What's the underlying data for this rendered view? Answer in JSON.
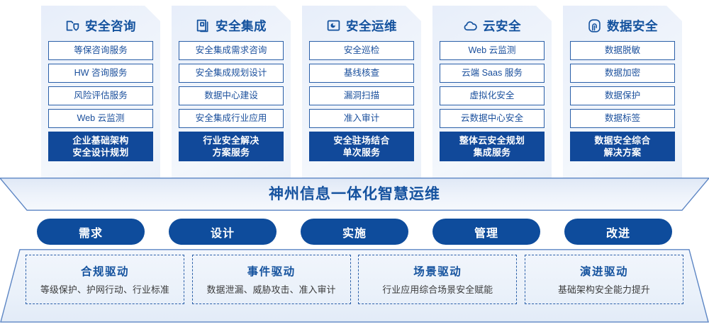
{
  "colors": {
    "brand_blue": "#14529e",
    "dark_blue": "#11499a",
    "pill_blue": "#0e4c9c",
    "card_border": "#2a5fa8",
    "card_bg": "#eef3fb"
  },
  "cards": [
    {
      "icon": "shield-folder-icon",
      "title": "安全咨询",
      "items": [
        "等保咨询服务",
        "HW 咨询服务",
        "风险评估服务",
        "Web 云监测"
      ],
      "summary": [
        "企业基础架构",
        "安全设计规划"
      ]
    },
    {
      "icon": "documents-stack-icon",
      "title": "安全集成",
      "items": [
        "安全集成需求咨询",
        "安全集成规划设计",
        "数据中心建设",
        "安全集成行业应用"
      ],
      "summary": [
        "行业安全解决",
        "方案服务"
      ]
    },
    {
      "icon": "monitor-chart-icon",
      "title": "安全运维",
      "items": [
        "安全巡检",
        "基线核查",
        "漏洞扫描",
        "准入审计"
      ],
      "summary": [
        "安全驻场结合",
        "单次服务"
      ]
    },
    {
      "icon": "cloud-icon",
      "title": "云安全",
      "items": [
        "Web 云监测",
        "云端 Saas 服务",
        "虚拟化安全",
        "云数据中心安全"
      ],
      "summary": [
        "整体云安全规划",
        "集成服务"
      ]
    },
    {
      "icon": "fingerprint-icon",
      "title": "数据安全",
      "items": [
        "数据脱敏",
        "数据加密",
        "数据保护",
        "数据标签"
      ],
      "summary": [
        "数据安全综合",
        "解决方案"
      ]
    }
  ],
  "banner": {
    "text": "神州信息一体化智慧运维"
  },
  "pills": [
    {
      "label": "需求"
    },
    {
      "label": "设计"
    },
    {
      "label": "实施"
    },
    {
      "label": "管理"
    },
    {
      "label": "改进"
    }
  ],
  "drivers": [
    {
      "title": "合规驱动",
      "desc": "等级保护、护网行动、行业标准"
    },
    {
      "title": "事件驱动",
      "desc": "数据泄漏、威胁攻击、准入审计"
    },
    {
      "title": "场景驱动",
      "desc": "行业应用综合场景安全赋能"
    },
    {
      "title": "演进驱动",
      "desc": "基础架构安全能力提升"
    }
  ]
}
